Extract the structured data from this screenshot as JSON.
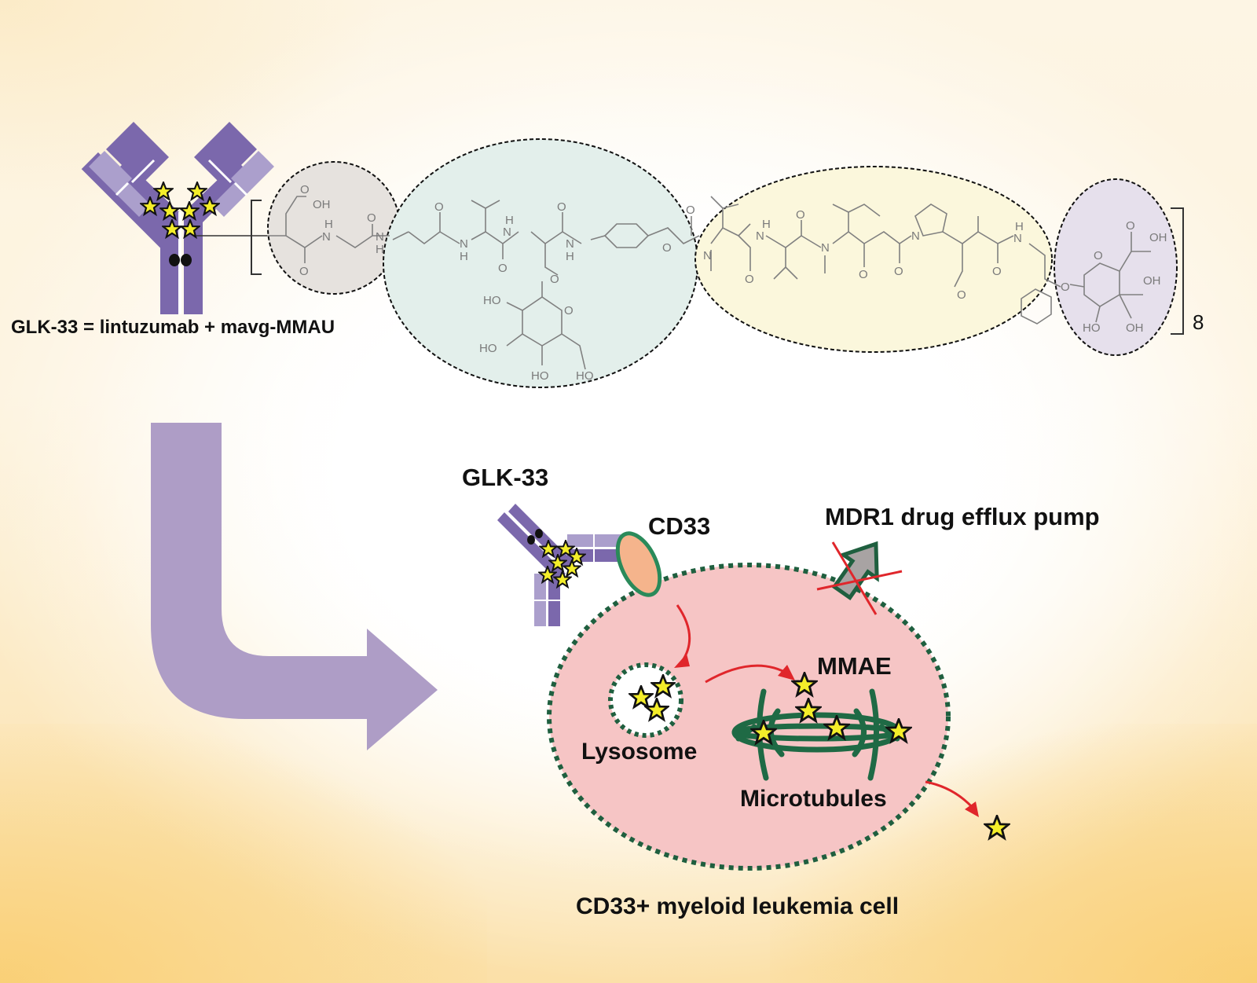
{
  "title_formula": "GLK-33 = lintuzumab  + mavg-MMAU",
  "repeat_count": "8",
  "labels": {
    "glk33": "GLK-33",
    "cd33": "CD33",
    "mdr1": "MDR1  drug  efflux  pump",
    "mmae": "MMAE",
    "lysosome": "Lysosome",
    "microtubules": "Microtubules",
    "cell": "CD33+  myeloid  leukemia  cell"
  },
  "chem_atoms": {
    "oh": "OH",
    "o": "O",
    "h": "H",
    "n": "N",
    "nh": "NH",
    "ho": "HO"
  },
  "colors": {
    "antibody_dark": "#7b68ac",
    "antibody_light": "#ab9fcc",
    "arrow_purple": "#ae9dc6",
    "star_fill": "#f4ee2a",
    "cell_fill": "#f6c5c5",
    "membrane_green": "#1f5f3f",
    "red_arrow": "#e0262b",
    "cd33_fill": "#f5b48c",
    "region_grey": "#e6e2de",
    "region_teal": "#e3efeb",
    "region_yellow": "#fbf7dc",
    "region_lavender": "#e6e0ec"
  }
}
